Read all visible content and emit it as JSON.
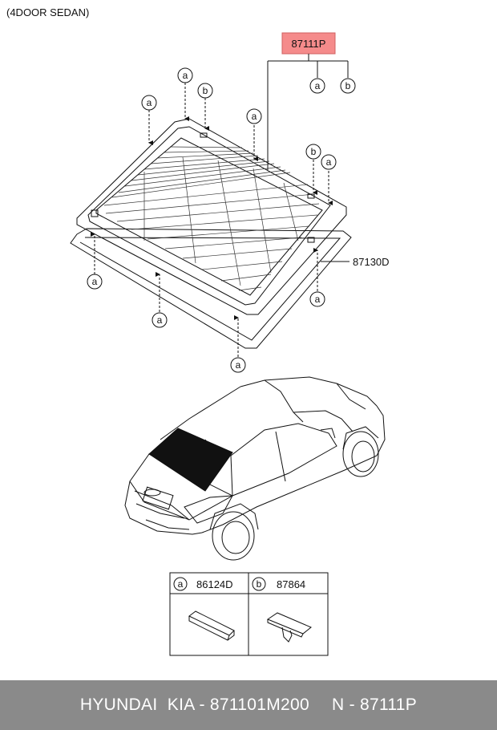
{
  "header": {
    "variant": "(4DOOR SEDAN)"
  },
  "parts": {
    "main_part": "87111P",
    "lower_part": "87130D"
  },
  "callouts": {
    "a": "a",
    "b": "b"
  },
  "legend": {
    "a": {
      "letter": "a",
      "part": "86124D"
    },
    "b": {
      "letter": "b",
      "part": "87864"
    }
  },
  "footer": {
    "brand_part": "HYUNDAI  KIA - 871101M200",
    "ref": "N - 87111P"
  },
  "colors": {
    "highlight": "#f58b8b",
    "footer_bg": "#8a8a8a",
    "ink": "#111111"
  }
}
